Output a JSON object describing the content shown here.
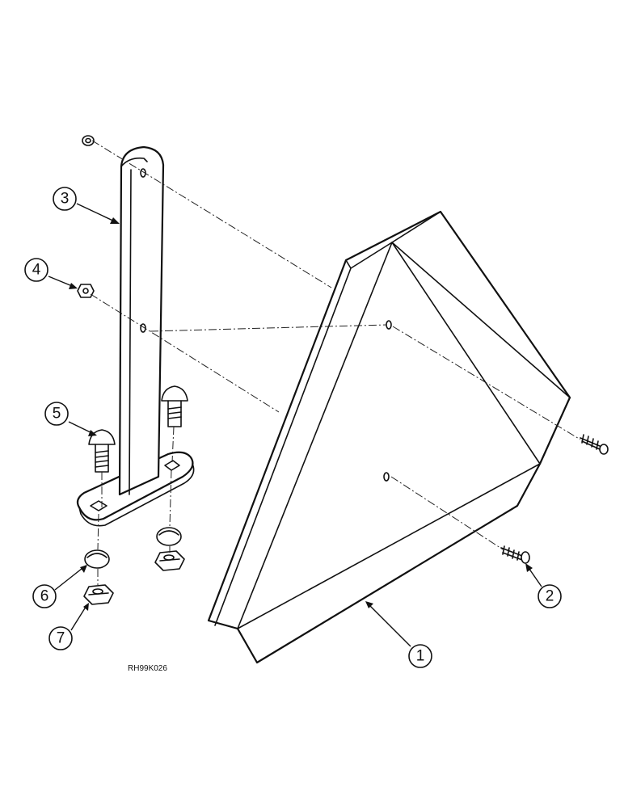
{
  "figure": {
    "reference_code": "RH99K026",
    "callouts": [
      {
        "label": "1",
        "part": "sign"
      },
      {
        "label": "2",
        "part": "bolt"
      },
      {
        "label": "3",
        "part": "bracket"
      },
      {
        "label": "4",
        "part": "lock-nut"
      },
      {
        "label": "5",
        "part": "carriage-bolt"
      },
      {
        "label": "6",
        "part": "lock-washer"
      },
      {
        "label": "7",
        "part": "hex-nut"
      }
    ],
    "colors": {
      "ink": "#111111",
      "paper": "#ffffff"
    }
  }
}
